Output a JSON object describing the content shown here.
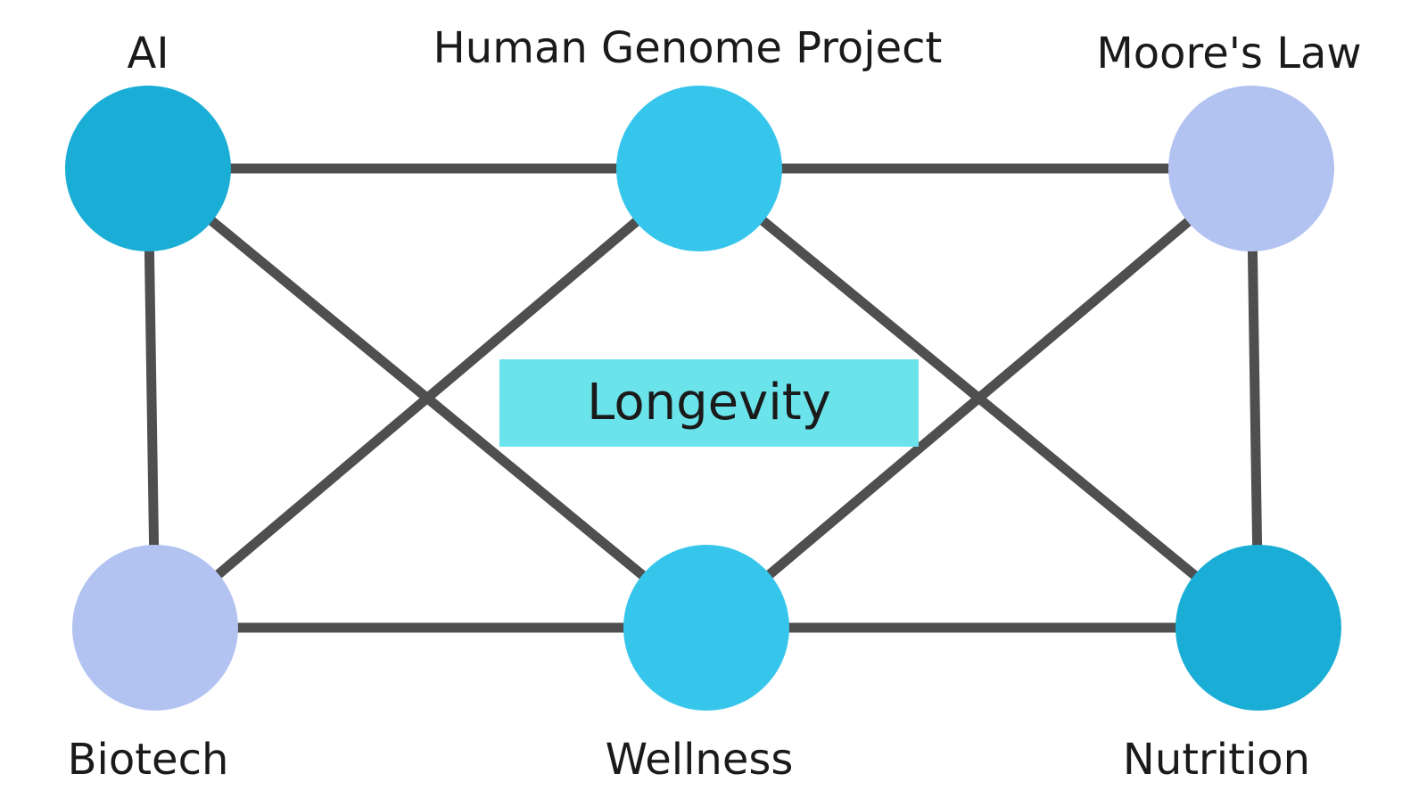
{
  "center": {
    "label": "Longevity",
    "color": "#6be3ea"
  },
  "edge_color": "#4f4f4f",
  "nodes": [
    {
      "id": "ai",
      "label": "AI",
      "color": "#1aaed6"
    },
    {
      "id": "hgp",
      "label": "Human Genome Project",
      "color": "#36c6ec"
    },
    {
      "id": "moore",
      "label": "Moore's Law",
      "color": "#b2c3f2"
    },
    {
      "id": "biotech",
      "label": "Biotech",
      "color": "#b2c3f2"
    },
    {
      "id": "wellness",
      "label": "Wellness",
      "color": "#36c6ec"
    },
    {
      "id": "nutrition",
      "label": "Nutrition",
      "color": "#1aaed6"
    }
  ],
  "edges": [
    {
      "from": "ai",
      "to": "hgp"
    },
    {
      "from": "hgp",
      "to": "moore"
    },
    {
      "from": "ai",
      "to": "biotech"
    },
    {
      "from": "moore",
      "to": "nutrition"
    },
    {
      "from": "biotech",
      "to": "wellness"
    },
    {
      "from": "wellness",
      "to": "nutrition"
    },
    {
      "from": "ai",
      "to": "wellness"
    },
    {
      "from": "hgp",
      "to": "biotech"
    },
    {
      "from": "hgp",
      "to": "nutrition"
    },
    {
      "from": "moore",
      "to": "wellness"
    }
  ]
}
